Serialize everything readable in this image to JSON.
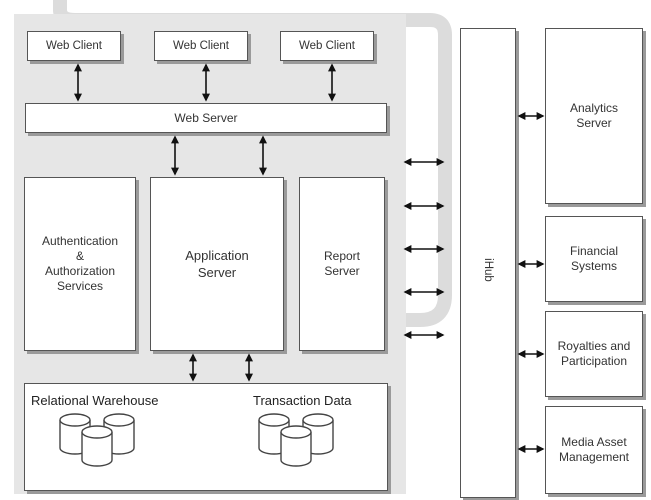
{
  "web_clients": [
    "Web Client",
    "Web Client",
    "Web Client"
  ],
  "web_server": "Web Server",
  "auth_services": [
    "Authentication",
    "&",
    "Authorization",
    "Services"
  ],
  "application_server": [
    "Application",
    "Server"
  ],
  "report_server": [
    "Report",
    "Server"
  ],
  "warehouse": {
    "relational_label": "Relational Warehouse",
    "transaction_label": "Transaction Data"
  },
  "ihub_label": "iHub",
  "right_systems": [
    [
      "Analytics",
      "Server"
    ],
    [
      "Financial",
      "Systems"
    ],
    [
      "Royalties and",
      "Participation"
    ],
    [
      "Media Asset",
      "Management"
    ]
  ],
  "colors": {
    "panel_bg": "#e6e6e6",
    "box_border": "#555555",
    "shadow": "#9a9a9a",
    "arrow": "#111111"
  }
}
